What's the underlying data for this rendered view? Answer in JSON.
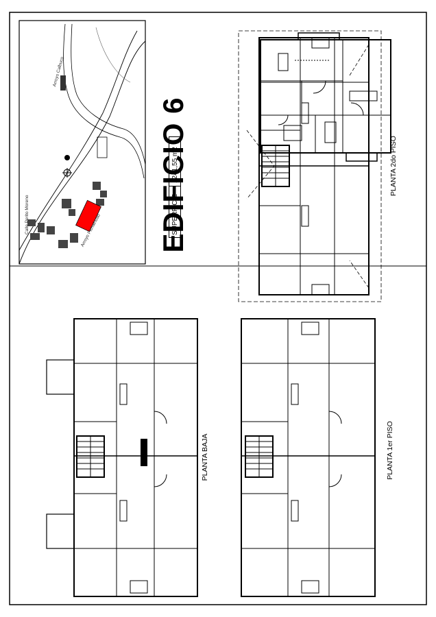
{
  "building": {
    "title": "EDIFICIO 6",
    "surface_label": "SUPERFICIE",
    "surface_value": "1241,55 m2"
  },
  "site_map": {
    "streets": [
      "Calle Perito Moreno",
      "Arroyo Calbuco",
      "Arroyo Pichalhuao"
    ],
    "highlight_color": "#ff0000"
  },
  "plans": {
    "ground_floor": "PLANTA BAJA",
    "first_floor": "PLANTA 1er PISO",
    "second_floor": "PLANTA 2do PISO"
  }
}
